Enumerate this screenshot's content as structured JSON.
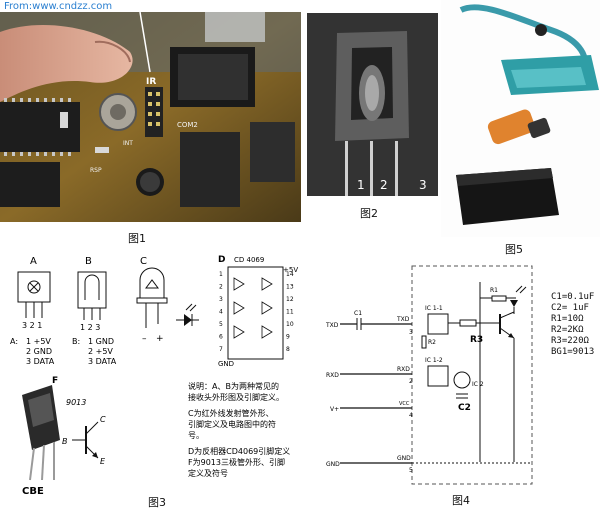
{
  "source_watermark": "From:www.cndzz.com",
  "fig1": {
    "caption": "图1",
    "labels": {
      "ir": "IR",
      "com2": "COM2",
      "int": "INT",
      "rsp": "RSP"
    }
  },
  "fig2": {
    "caption": "图2",
    "pins": [
      "1",
      "2",
      "3"
    ]
  },
  "fig5": {
    "caption": "图5"
  },
  "fig3": {
    "caption": "图3",
    "A": {
      "letter": "A",
      "pin_numbers": "3 2 1",
      "prefix": "A:",
      "pins": [
        "1 +5V",
        "2 GND",
        "3 DATA"
      ]
    },
    "B": {
      "letter": "B",
      "pin_numbers": "1 2 3",
      "prefix": "B:",
      "pins": [
        "1 GND",
        "2 +5V",
        "3 DATA"
      ]
    },
    "C": {
      "letter": "C",
      "minus": "–",
      "plus": "+"
    },
    "D": {
      "letter": "D",
      "chip": "CD 4069",
      "vcc": "+5V",
      "gnd": "GND",
      "left_pins": [
        "1",
        "2",
        "3",
        "4",
        "5",
        "6",
        "7"
      ],
      "right_pins": [
        "14",
        "13",
        "12",
        "11",
        "10",
        "9",
        "8"
      ]
    },
    "F": {
      "letter": "F",
      "part": "9013",
      "cbe": "CBE",
      "b": "B",
      "c": "C",
      "e": "E"
    },
    "notes": [
      "说明：A、B为两种常见的",
      "接收头外形图及引脚定义。",
      "C为红外线发射管外形、",
      "引脚定义及电路图中的符",
      "号。",
      "D为反相器CD4069引脚定义",
      "F为9013三极管外形、引脚",
      "定义及符号"
    ]
  },
  "fig4": {
    "caption": "图4",
    "signals": {
      "txd": "TXD",
      "rxd": "RXD",
      "vplus": "V+",
      "gnd": "GND"
    },
    "conn_pins": {
      "txd": "3",
      "rxd": "2",
      "vplus": "4",
      "gnd": "5"
    },
    "parts": {
      "c1": "C1",
      "r1": "R1",
      "r2": "R2",
      "r3": "R3",
      "c2": "C2",
      "ic1_1": "IC 1-1",
      "ic1_2": "IC 1-2",
      "ic2": "IC 2",
      "vcc": "VCC",
      "txd_in": "TXD",
      "rxd_in": "RXD"
    },
    "values": [
      "C1=0.1uF",
      "C2=  1uF",
      "R1=10Ω",
      "R2=2KΩ",
      "R3=220Ω",
      "BG1=9013"
    ]
  }
}
